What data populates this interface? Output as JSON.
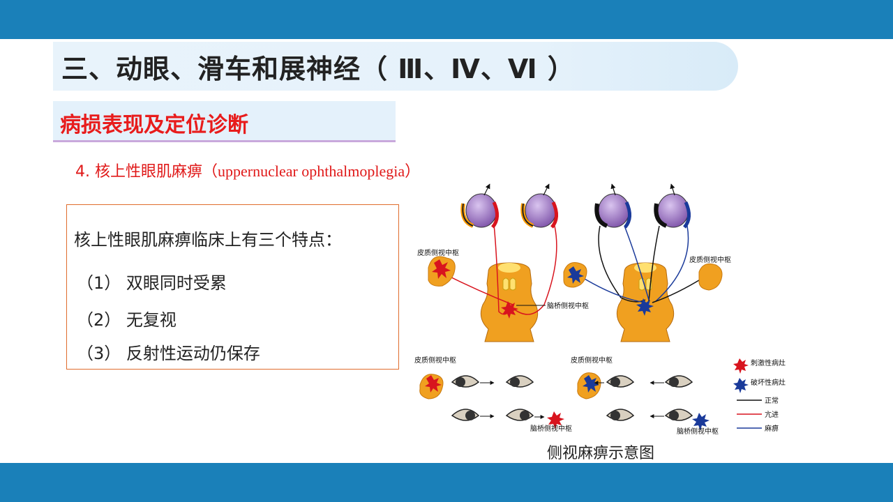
{
  "slide": {
    "title": "三、动眼、滑车和展神经（ Ⅲ、Ⅳ、Ⅵ ）",
    "subtitle": "病损表现及定位诊断",
    "item_prefix": "4. 核上性眼肌麻痹（",
    "item_en": "uppernuclear ophthalmoplegia",
    "item_suffix": "）",
    "box_heading": "核上性眼肌麻痹临床上有三个特点：",
    "points": [
      {
        "num": "（1）",
        "text": "双眼同时受累"
      },
      {
        "num": "（2）",
        "text": "无复视"
      },
      {
        "num": "（3）",
        "text": "反射性运动仍保存"
      }
    ],
    "figure_caption": "侧视麻痹示意图"
  },
  "figure": {
    "label_cortex_left": "皮质侧视中枢",
    "label_cortex_right": "皮质侧视中枢",
    "label_pons_top": "脑桥侧视中枢",
    "label_cortex_bottom_left": "皮质侧视中枢",
    "label_cortex_bottom_mid": "皮质侧视中枢",
    "label_pons_bottom_left": "脑桥侧视中枢",
    "label_pons_bottom_right": "脑桥侧视中枢",
    "legend": [
      {
        "label": "刺激性病灶",
        "color": "#d8141e"
      },
      {
        "label": "破坏性病灶",
        "color": "#1a3a9a"
      },
      {
        "label": "正常",
        "color": "#111111"
      },
      {
        "label": "亢进",
        "color": "#d8141e"
      },
      {
        "label": "麻痹",
        "color": "#1a3a9a"
      }
    ]
  },
  "colors": {
    "header_bar": "#1a80b9",
    "subtitle_red": "#e81c1c",
    "box_border": "#e06c2c",
    "brainstem_orange": "#f0a020",
    "eye_purple": "#9d6fc2"
  }
}
